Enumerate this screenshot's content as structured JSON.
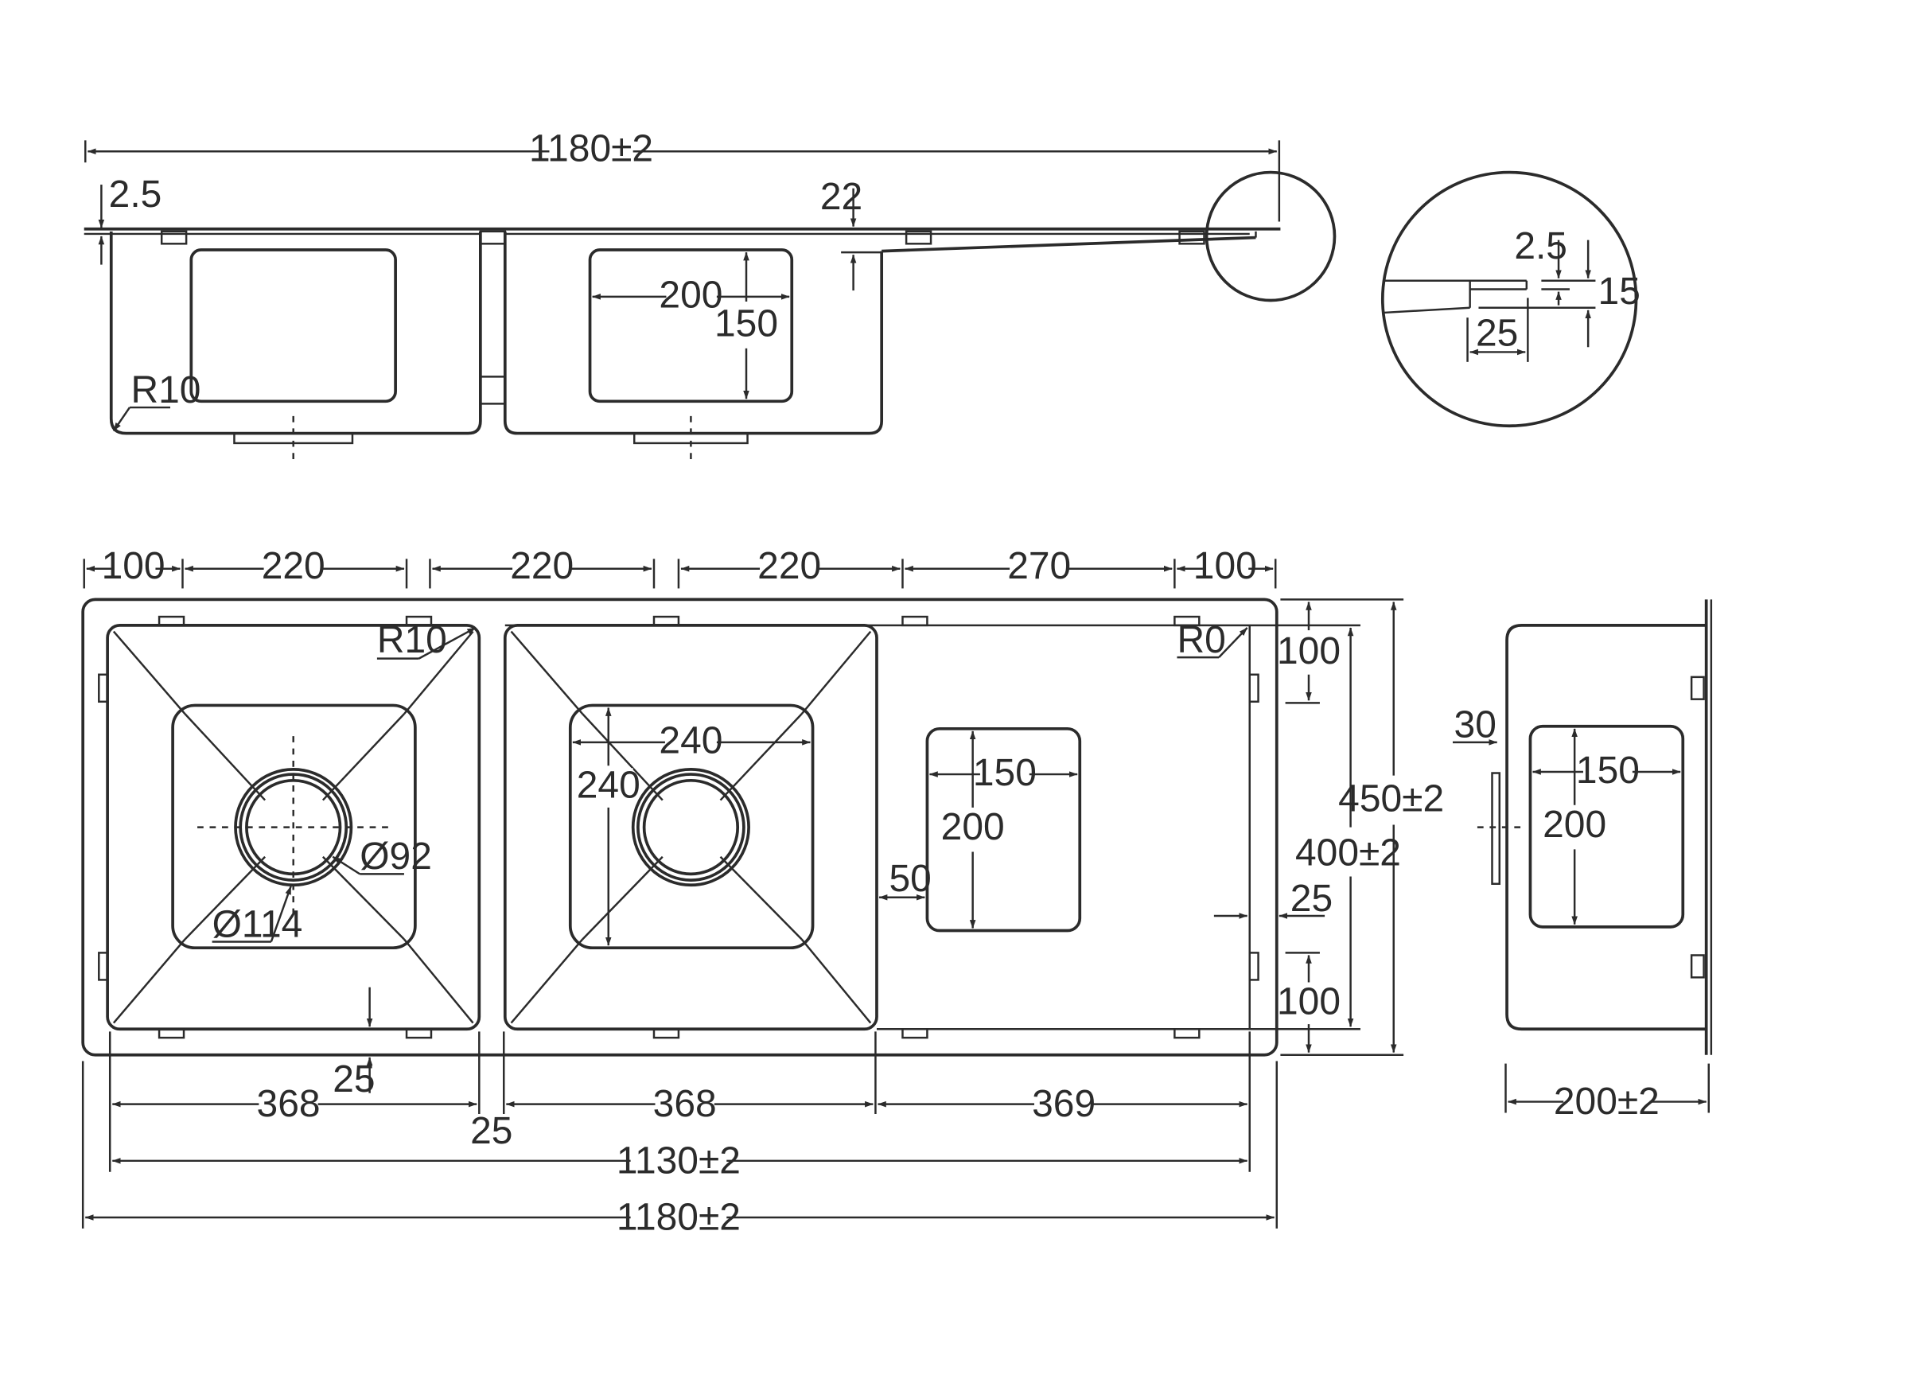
{
  "drawing": {
    "stroke_color": "#2b2b2b",
    "background": "#ffffff"
  },
  "side_view": {
    "overall_width": "1180±2",
    "top_thickness": "2.5",
    "drainer_offset": "22",
    "bowl_pad_w": "200",
    "bowl_pad_h": "150",
    "corner_radius": "R10"
  },
  "detail": {
    "thickness": "2.5",
    "depth": "15",
    "width": "25"
  },
  "top_view": {
    "seg_100_left": "100",
    "seg_220_a": "220",
    "seg_220_b": "220",
    "seg_220_c": "220",
    "seg_270": "270",
    "seg_100_right": "100",
    "radius_bowl": "R10",
    "radius_drainer": "R0",
    "inner_w": "240",
    "inner_h": "240",
    "waste_outer": "Ø114",
    "waste_inner": "Ø92",
    "cutout_w": "150",
    "cutout_h": "200",
    "cutout_gap": "50",
    "edge_25_right": "25",
    "clip_100_top": "100",
    "clip_100_bottom": "100",
    "depth_overall": "450±2",
    "depth_inner": "400±2",
    "edge_25_bottom": "25",
    "bowl1_w": "368",
    "bowl2_w": "368",
    "drainer_w": "369",
    "bowl_gap": "25",
    "inner_total": "1130±2",
    "overall_total": "1180±2"
  },
  "end_view": {
    "flange": "30",
    "cutout_w": "150",
    "cutout_h": "200",
    "depth": "200±2"
  }
}
